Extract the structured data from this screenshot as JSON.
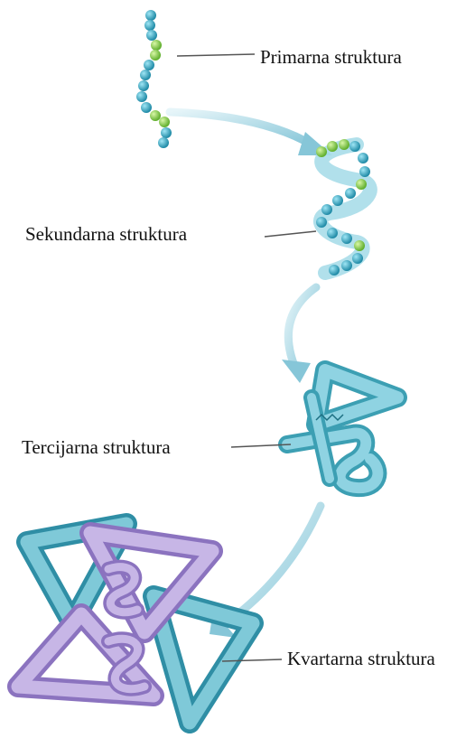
{
  "labels": {
    "primary": "Primarna struktura",
    "secondary": "Sekundarna struktura",
    "tertiary": "Tercijarna struktura",
    "quaternary": "Kvartarna struktura"
  },
  "colors": {
    "bead_teal": "#2aa5c0",
    "bead_green": "#8fd14f",
    "tube_teal": "#7fc9d8",
    "tube_teal_dark": "#3c9fb3",
    "tube_purple": "#b8a4dc",
    "tube_purple_dark": "#8b73bf",
    "arrow": "#9fd2e0",
    "leader_line": "#555555",
    "text": "#111111"
  }
}
